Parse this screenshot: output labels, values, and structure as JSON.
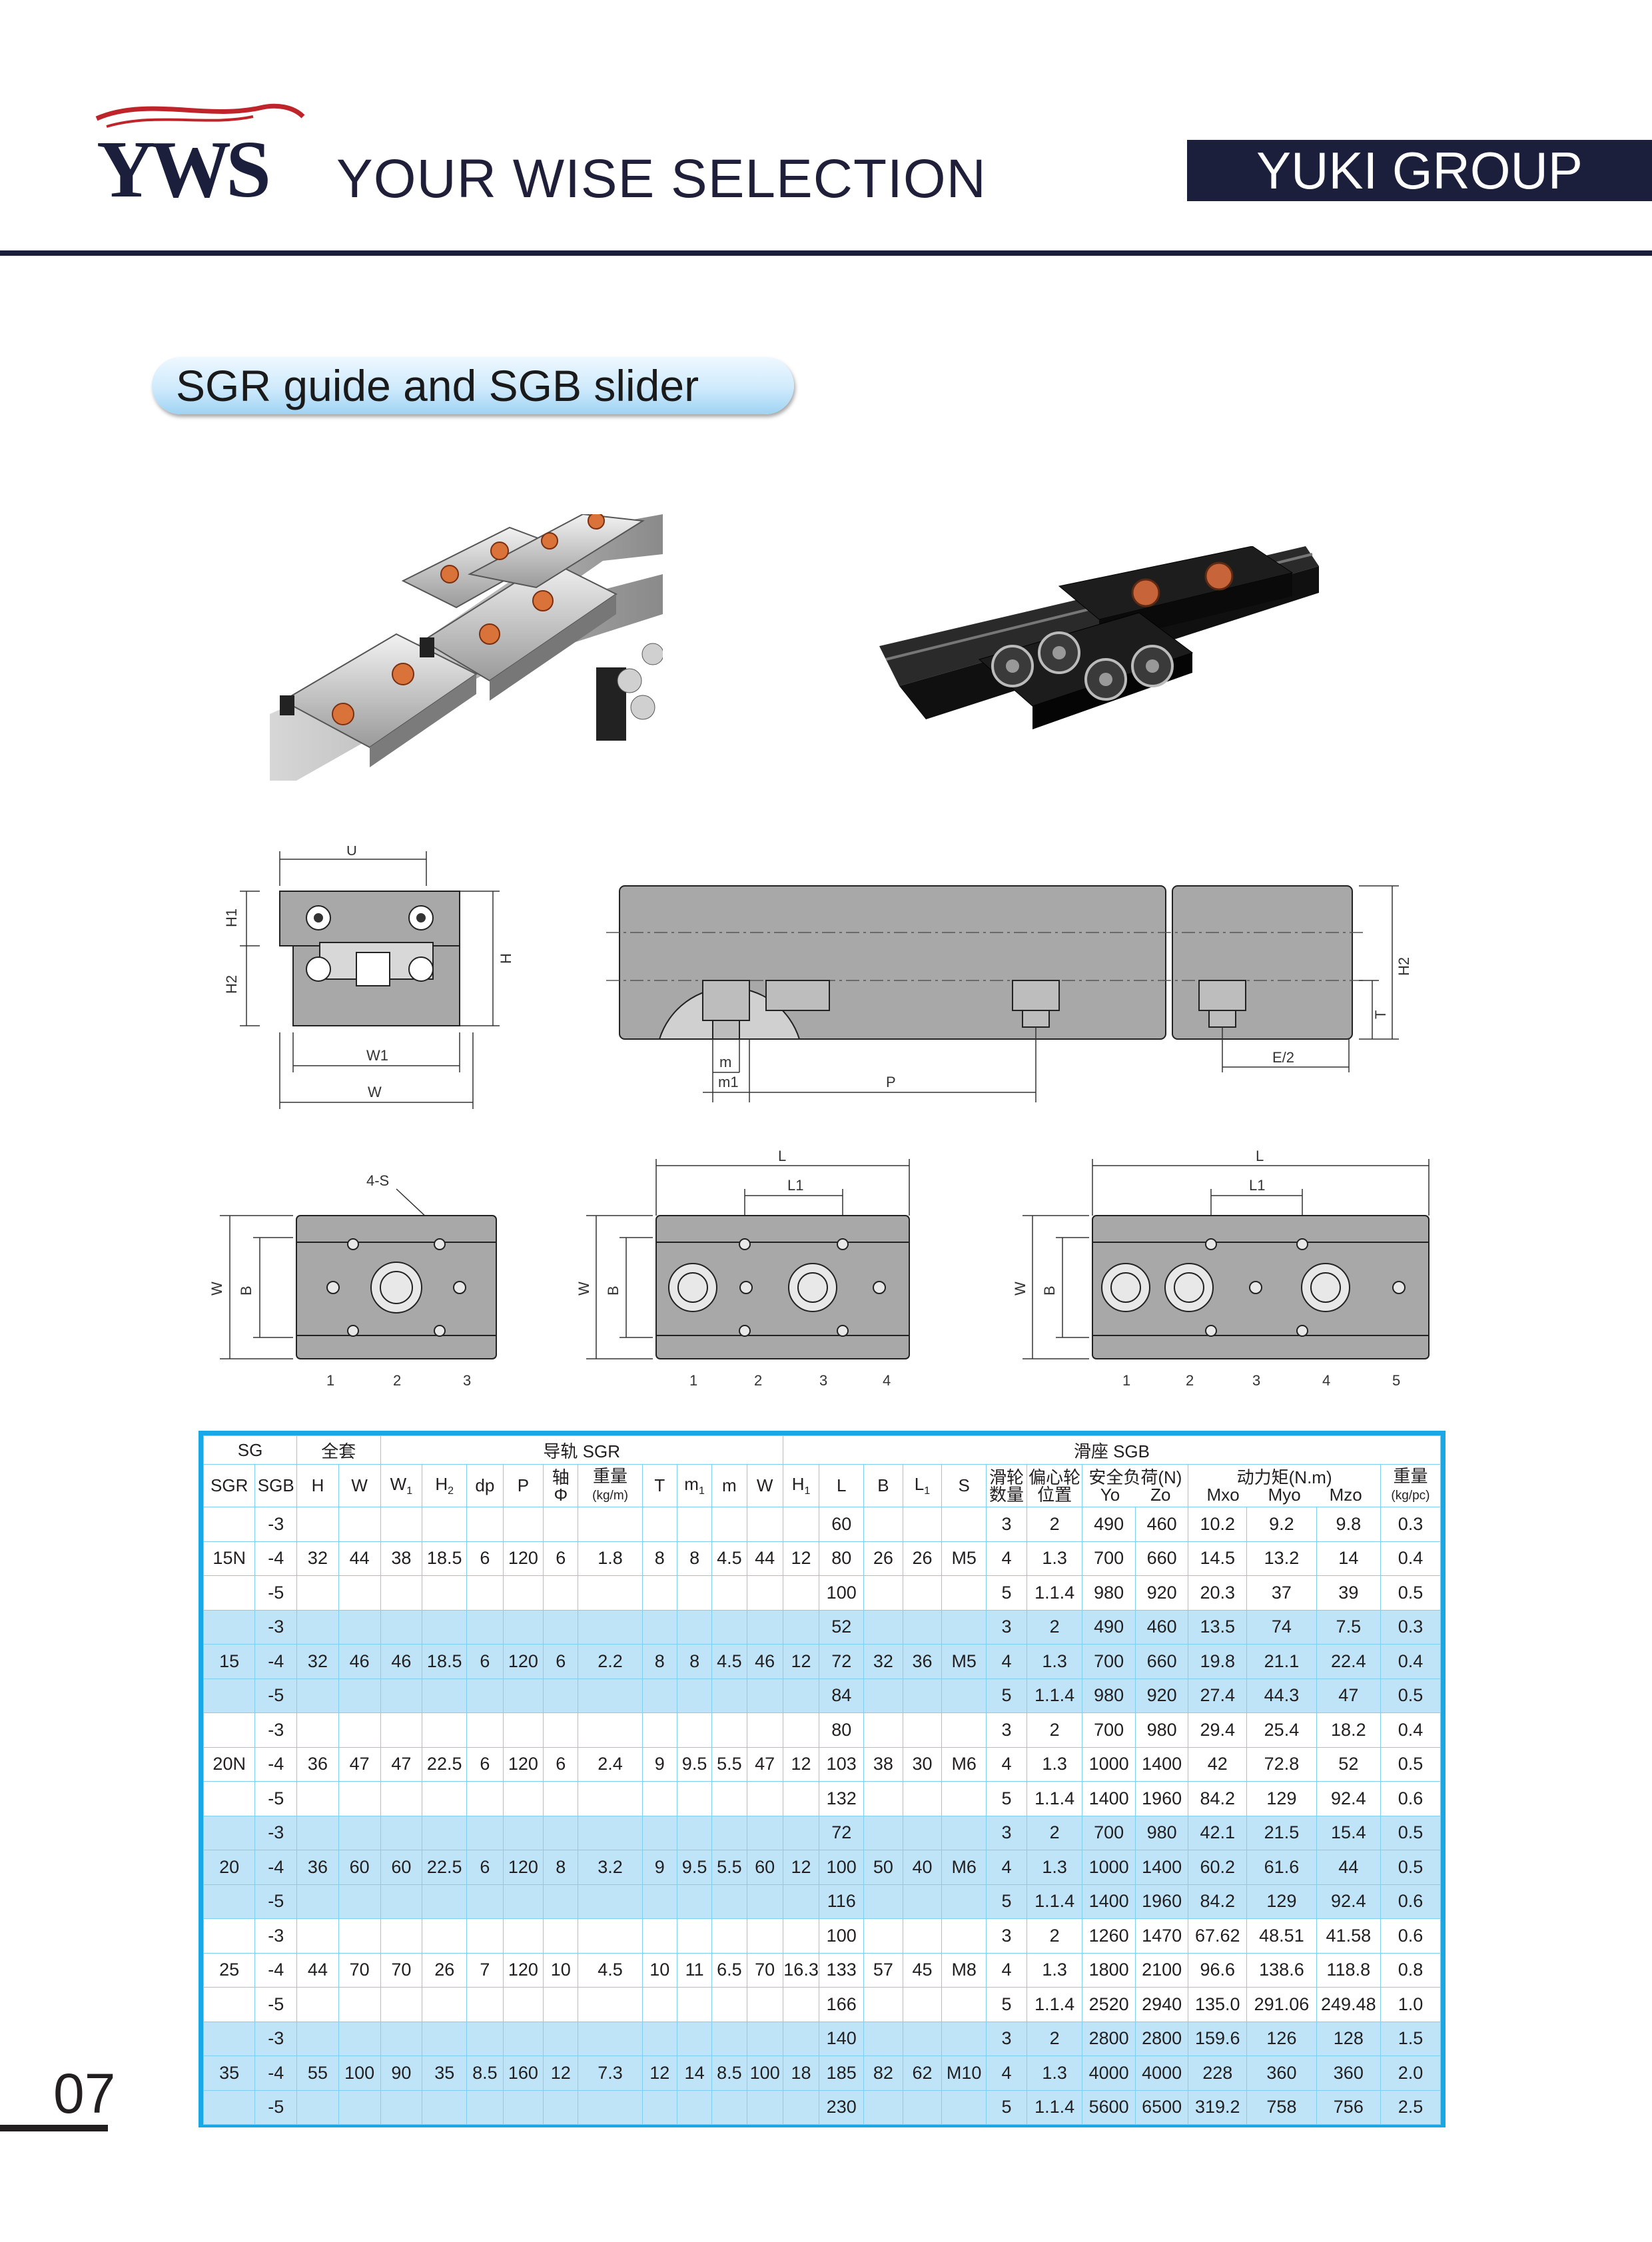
{
  "header": {
    "logo_text": "YWS",
    "tagline": "YOUR WISE SELECTION",
    "group": "YUKI GROUP"
  },
  "section": {
    "title": "SGR guide and SGB slider"
  },
  "photos": {
    "left": "aluminium-guide-rails-with-sliders-photo",
    "right": "black-rail-with-roller-slider-photo"
  },
  "drawings": {
    "section_labels": {
      "u": "U",
      "h1": "H1",
      "h2": "H2",
      "h": "H",
      "w1": "W1",
      "w": "W"
    },
    "rail_labels": {
      "m": "m",
      "m1": "m1",
      "p": "P",
      "e2": "E/2",
      "t": "T",
      "h2": "H2"
    },
    "slider_labels": {
      "s": "4-S",
      "l": "L",
      "l1": "L1",
      "w": "W",
      "b": "B"
    },
    "slider3_positions": [
      "1",
      "2",
      "3"
    ],
    "slider4_positions": [
      "1",
      "2",
      "3",
      "4"
    ],
    "slider5_positions": [
      "1",
      "2",
      "3",
      "4",
      "5"
    ]
  },
  "table": {
    "group_row": {
      "sg": "SG",
      "set": "全套",
      "rail": "导轨 SGR",
      "slider": "滑座 SGB"
    },
    "sub_row": {
      "sgr": "SGR",
      "sgb": "SGB",
      "h": "H",
      "w": "W",
      "w1": "W",
      "w1_sub": "1",
      "h2": "H",
      "h2_sub": "2",
      "dp": "dp",
      "p": "P",
      "shaft": "轴",
      "shaft2": "Φ",
      "weight": "重量",
      "weight_unit": "(kg/m)",
      "t": "T",
      "m1": "m",
      "m1_sub": "1",
      "m": "m",
      "ws": "W",
      "hs1": "H",
      "hs1_sub": "1",
      "l": "L",
      "b": "B",
      "l1": "L",
      "l1_sub": "1",
      "s": "S",
      "rollers": "滑轮",
      "rollers2": "数量",
      "ecc": "偏心轮",
      "ecc2": "位置",
      "load": "安全负荷(N)",
      "yo": "Yo",
      "zo": "Zo",
      "moment": "动力矩(N.m)",
      "mxo": "Mxo",
      "myo": "Myo",
      "mzo": "Mzo",
      "sweight": "重量",
      "sweight_unit": "(kg/pc)"
    },
    "groups": [
      {
        "sgr": "15N",
        "h": "32",
        "w": "44",
        "w1": "38",
        "h2": "18.5",
        "dp": "6",
        "p": "120",
        "shaft": "6",
        "weight": "1.8",
        "t": "8",
        "m1": "8",
        "m": "4.5",
        "ws": "44",
        "hs1": "12",
        "b": "26",
        "l1": "26",
        "s": "M5",
        "rows": [
          {
            "sgb": "-3",
            "l": "60",
            "n": "3",
            "ecc": "2",
            "yo": "490",
            "zo": "460",
            "mxo": "10.2",
            "myo": "9.2",
            "mzo": "9.8",
            "wt": "0.3"
          },
          {
            "sgb": "-4",
            "l": "80",
            "n": "4",
            "ecc": "1.3",
            "yo": "700",
            "zo": "660",
            "mxo": "14.5",
            "myo": "13.2",
            "mzo": "14",
            "wt": "0.4"
          },
          {
            "sgb": "-5",
            "l": "100",
            "n": "5",
            "ecc": "1.1.4",
            "yo": "980",
            "zo": "920",
            "mxo": "20.3",
            "myo": "37",
            "mzo": "39",
            "wt": "0.5"
          }
        ]
      },
      {
        "sgr": "15",
        "h": "32",
        "w": "46",
        "w1": "46",
        "h2": "18.5",
        "dp": "6",
        "p": "120",
        "shaft": "6",
        "weight": "2.2",
        "t": "8",
        "m1": "8",
        "m": "4.5",
        "ws": "46",
        "hs1": "12",
        "b": "32",
        "l1": "36",
        "s": "M5",
        "rows": [
          {
            "sgb": "-3",
            "l": "52",
            "n": "3",
            "ecc": "2",
            "yo": "490",
            "zo": "460",
            "mxo": "13.5",
            "myo": "74",
            "mzo": "7.5",
            "wt": "0.3"
          },
          {
            "sgb": "-4",
            "l": "72",
            "n": "4",
            "ecc": "1.3",
            "yo": "700",
            "zo": "660",
            "mxo": "19.8",
            "myo": "21.1",
            "mzo": "22.4",
            "wt": "0.4"
          },
          {
            "sgb": "-5",
            "l": "84",
            "n": "5",
            "ecc": "1.1.4",
            "yo": "980",
            "zo": "920",
            "mxo": "27.4",
            "myo": "44.3",
            "mzo": "47",
            "wt": "0.5"
          }
        ]
      },
      {
        "sgr": "20N",
        "h": "36",
        "w": "47",
        "w1": "47",
        "h2": "22.5",
        "dp": "6",
        "p": "120",
        "shaft": "6",
        "weight": "2.4",
        "t": "9",
        "m1": "9.5",
        "m": "5.5",
        "ws": "47",
        "hs1": "12",
        "b": "38",
        "l1": "30",
        "s": "M6",
        "rows": [
          {
            "sgb": "-3",
            "l": "80",
            "n": "3",
            "ecc": "2",
            "yo": "700",
            "zo": "980",
            "mxo": "29.4",
            "myo": "25.4",
            "mzo": "18.2",
            "wt": "0.4"
          },
          {
            "sgb": "-4",
            "l": "103",
            "n": "4",
            "ecc": "1.3",
            "yo": "1000",
            "zo": "1400",
            "mxo": "42",
            "myo": "72.8",
            "mzo": "52",
            "wt": "0.5"
          },
          {
            "sgb": "-5",
            "l": "132",
            "n": "5",
            "ecc": "1.1.4",
            "yo": "1400",
            "zo": "1960",
            "mxo": "84.2",
            "myo": "129",
            "mzo": "92.4",
            "wt": "0.6"
          }
        ]
      },
      {
        "sgr": "20",
        "h": "36",
        "w": "60",
        "w1": "60",
        "h2": "22.5",
        "dp": "6",
        "p": "120",
        "shaft": "8",
        "weight": "3.2",
        "t": "9",
        "m1": "9.5",
        "m": "5.5",
        "ws": "60",
        "hs1": "12",
        "b": "50",
        "l1": "40",
        "s": "M6",
        "rows": [
          {
            "sgb": "-3",
            "l": "72",
            "n": "3",
            "ecc": "2",
            "yo": "700",
            "zo": "980",
            "mxo": "42.1",
            "myo": "21.5",
            "mzo": "15.4",
            "wt": "0.5"
          },
          {
            "sgb": "-4",
            "l": "100",
            "n": "4",
            "ecc": "1.3",
            "yo": "1000",
            "zo": "1400",
            "mxo": "60.2",
            "myo": "61.6",
            "mzo": "44",
            "wt": "0.5"
          },
          {
            "sgb": "-5",
            "l": "116",
            "n": "5",
            "ecc": "1.1.4",
            "yo": "1400",
            "zo": "1960",
            "mxo": "84.2",
            "myo": "129",
            "mzo": "92.4",
            "wt": "0.6"
          }
        ]
      },
      {
        "sgr": "25",
        "h": "44",
        "w": "70",
        "w1": "70",
        "h2": "26",
        "dp": "7",
        "p": "120",
        "shaft": "10",
        "weight": "4.5",
        "t": "10",
        "m1": "11",
        "m": "6.5",
        "ws": "70",
        "hs1": "16.3",
        "b": "57",
        "l1": "45",
        "s": "M8",
        "rows": [
          {
            "sgb": "-3",
            "l": "100",
            "n": "3",
            "ecc": "2",
            "yo": "1260",
            "zo": "1470",
            "mxo": "67.62",
            "myo": "48.51",
            "mzo": "41.58",
            "wt": "0.6"
          },
          {
            "sgb": "-4",
            "l": "133",
            "n": "4",
            "ecc": "1.3",
            "yo": "1800",
            "zo": "2100",
            "mxo": "96.6",
            "myo": "138.6",
            "mzo": "118.8",
            "wt": "0.8"
          },
          {
            "sgb": "-5",
            "l": "166",
            "n": "5",
            "ecc": "1.1.4",
            "yo": "2520",
            "zo": "2940",
            "mxo": "135.0",
            "myo": "291.06",
            "mzo": "249.48",
            "wt": "1.0"
          }
        ]
      },
      {
        "sgr": "35",
        "h": "55",
        "w": "100",
        "w1": "90",
        "h2": "35",
        "dp": "8.5",
        "p": "160",
        "shaft": "12",
        "weight": "7.3",
        "t": "12",
        "m1": "14",
        "m": "8.5",
        "ws": "100",
        "hs1": "18",
        "b": "82",
        "l1": "62",
        "s": "M10",
        "rows": [
          {
            "sgb": "-3",
            "l": "140",
            "n": "3",
            "ecc": "2",
            "yo": "2800",
            "zo": "2800",
            "mxo": "159.6",
            "myo": "126",
            "mzo": "128",
            "wt": "1.5"
          },
          {
            "sgb": "-4",
            "l": "185",
            "n": "4",
            "ecc": "1.3",
            "yo": "4000",
            "zo": "4000",
            "mxo": "228",
            "myo": "360",
            "mzo": "360",
            "wt": "2.0"
          },
          {
            "sgb": "-5",
            "l": "230",
            "n": "5",
            "ecc": "1.1.4",
            "yo": "5600",
            "zo": "6500",
            "mxo": "319.2",
            "myo": "758",
            "mzo": "756",
            "wt": "2.5"
          }
        ]
      }
    ]
  },
  "page_number": "07",
  "colors": {
    "navy": "#1b1f3b",
    "logo_red": "#c0242b",
    "table_border": "#19a7e6",
    "row_shade": "#bfe4f7"
  }
}
